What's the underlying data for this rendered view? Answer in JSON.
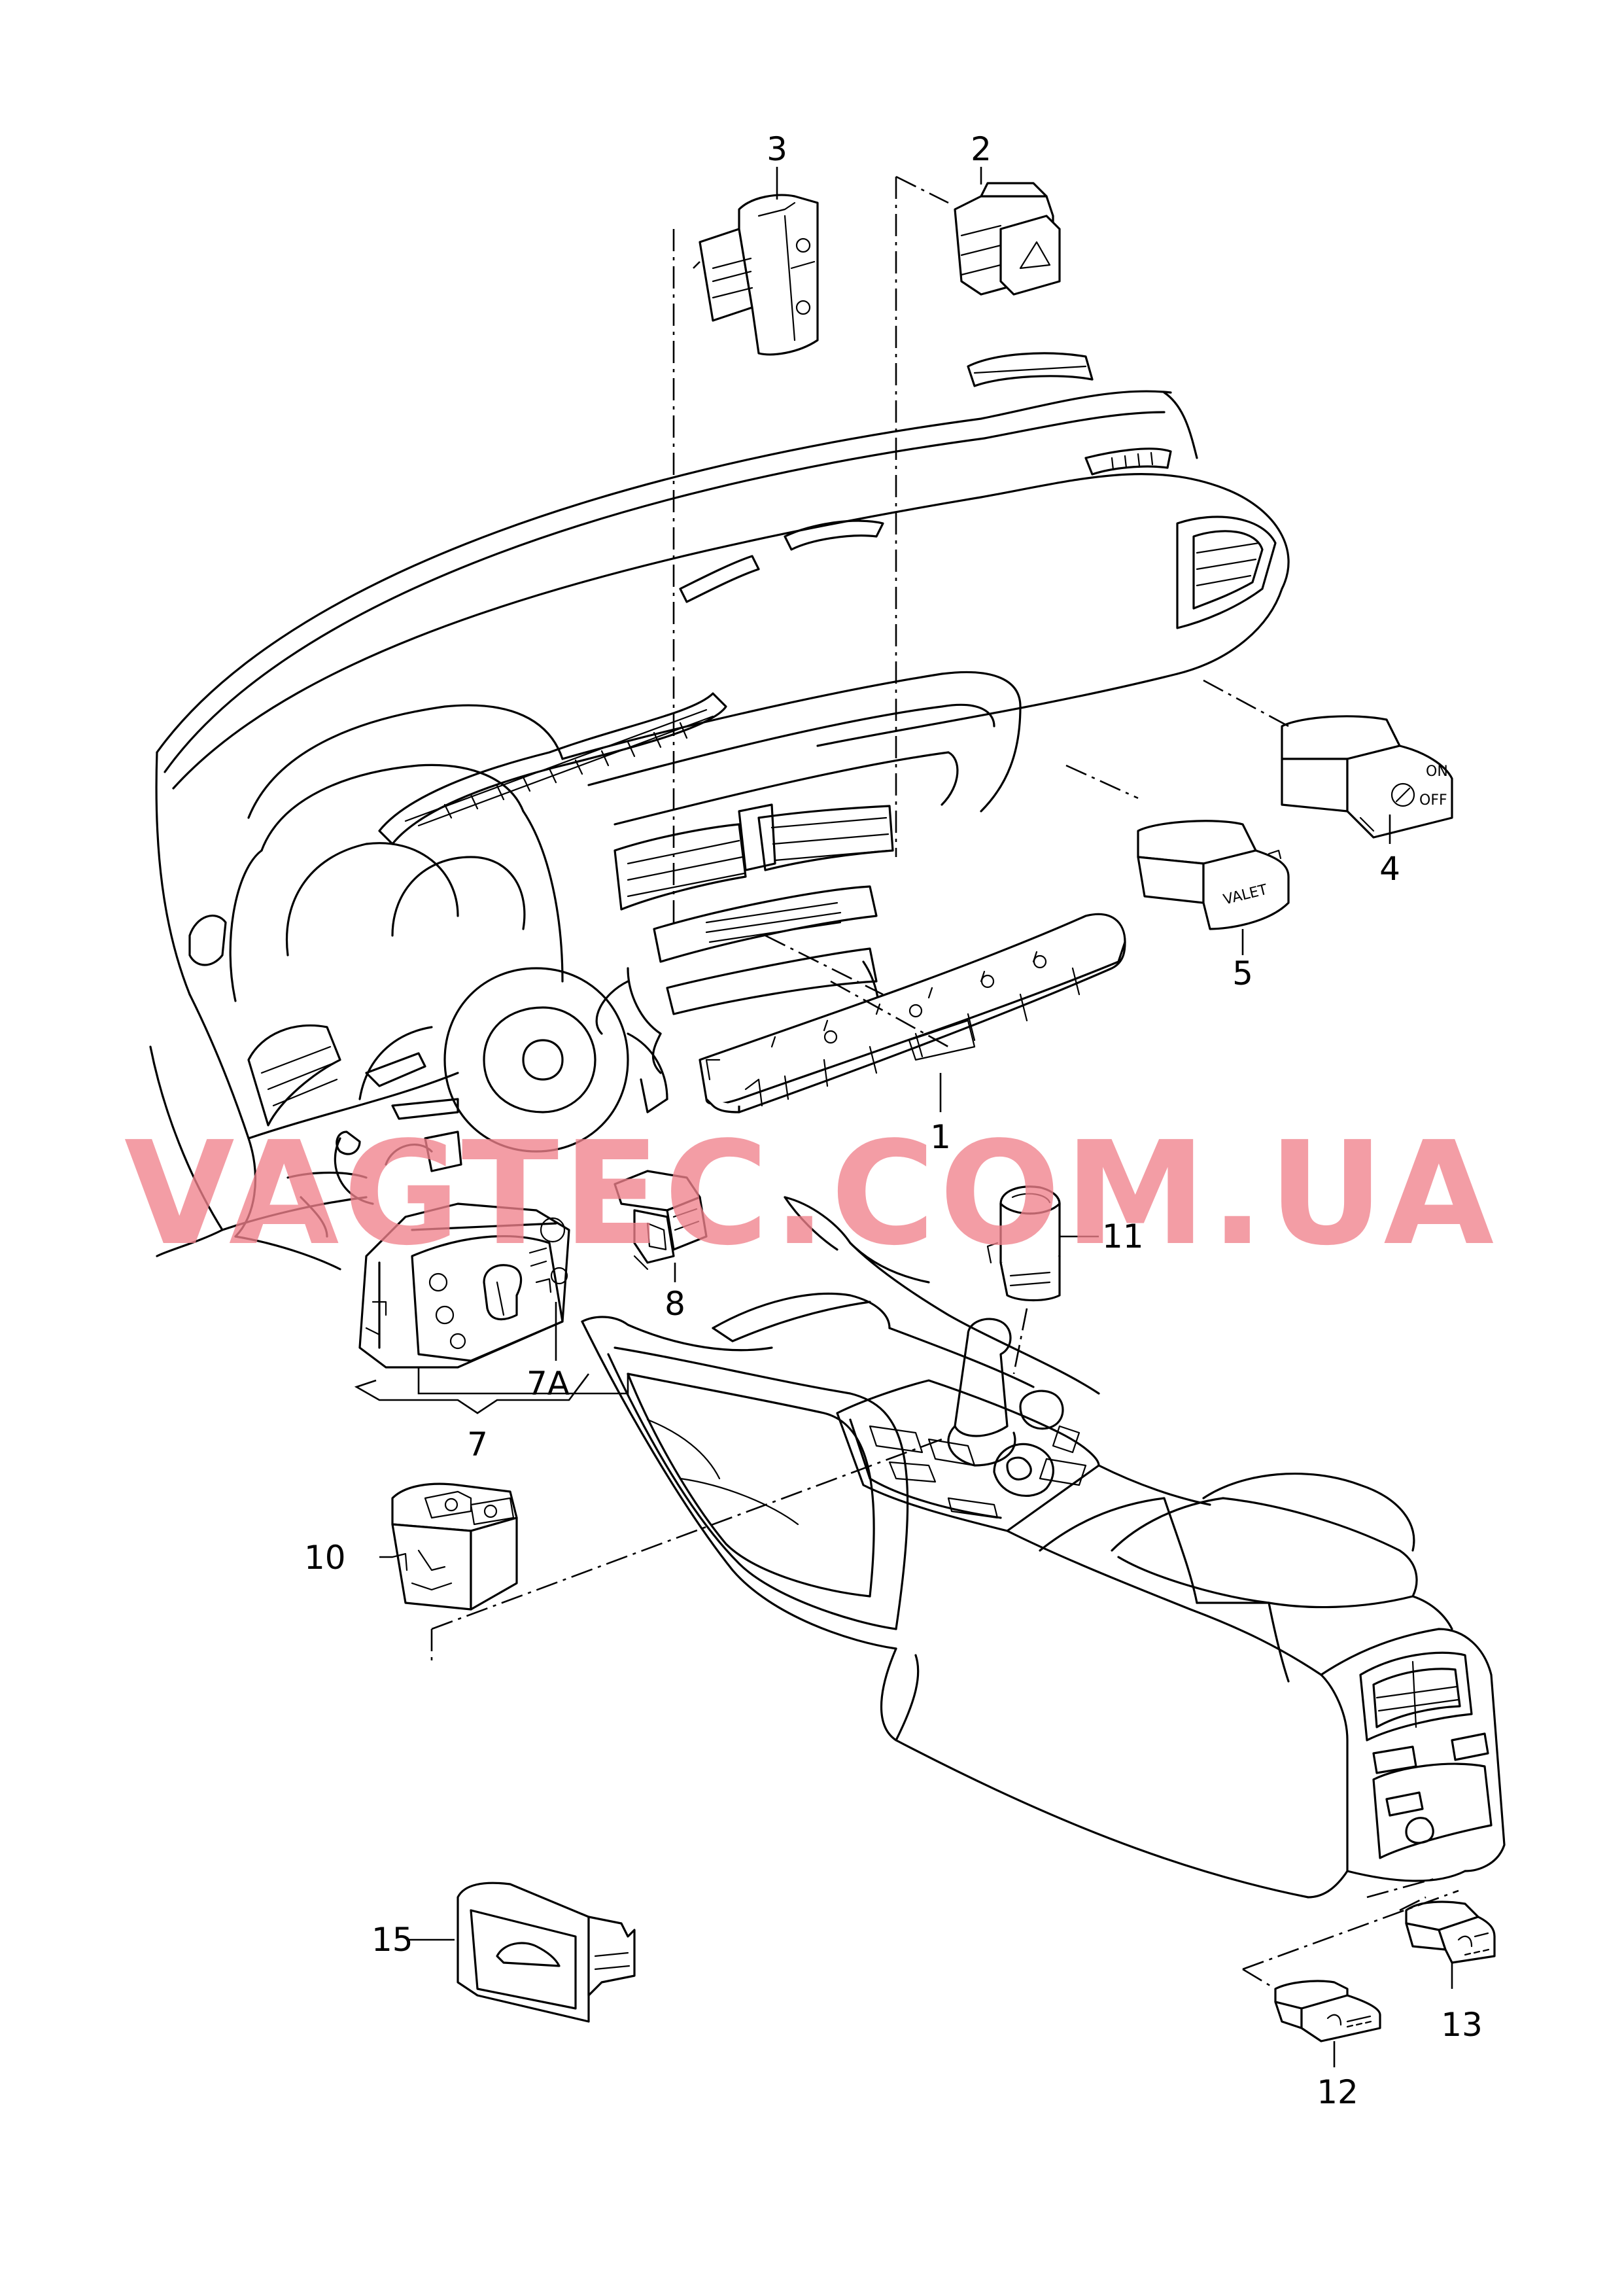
{
  "watermark": {
    "text": "VAGTEC.COM.UA",
    "color": "#f0828c"
  },
  "callouts": {
    "c1": "1",
    "c2": "2",
    "c3": "3",
    "c4": "4",
    "c5": "5",
    "c7": "7",
    "c7a": "7A",
    "c8": "8",
    "c10": "10",
    "c11": "11",
    "c12": "12",
    "c13": "13",
    "c15": "15"
  },
  "part_markings": {
    "valet_label": "VALET",
    "on_label": "ON",
    "off_label": "OFF"
  }
}
